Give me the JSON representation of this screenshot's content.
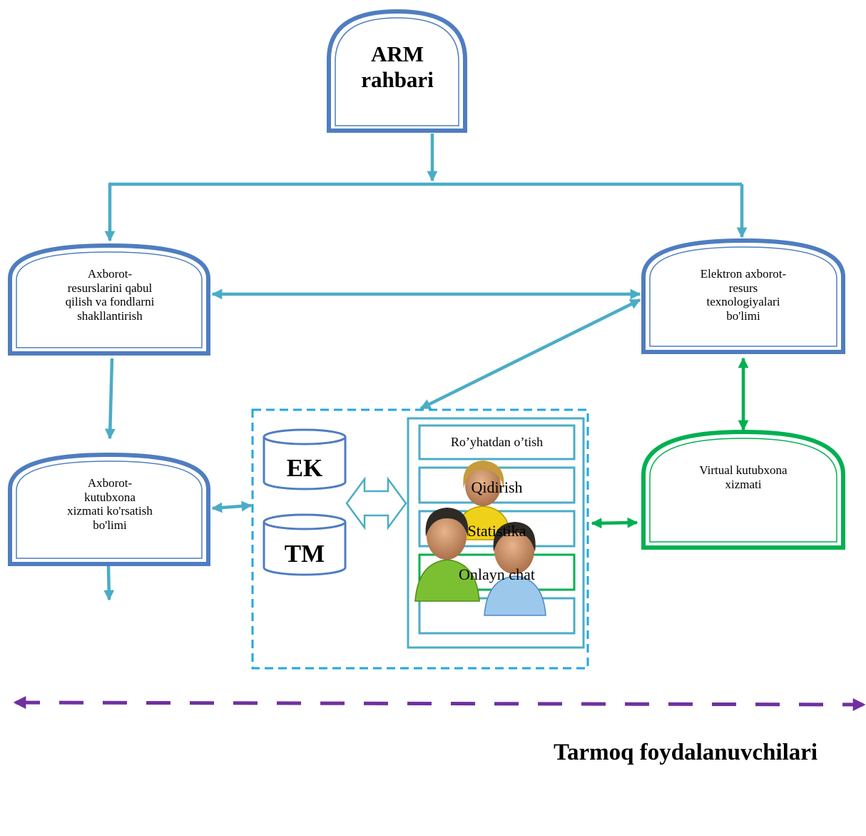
{
  "nodes": {
    "head": {
      "line1": "ARM",
      "line2": "rahbari"
    },
    "acquisition": {
      "line1": "Axborot-",
      "line2": "resurslarini qabul",
      "line3": "qilish va fondlarni",
      "line4": "shakllantirish"
    },
    "electronic": {
      "line1": "Elektron axborot-",
      "line2": "resurs",
      "line3": "texnologiyalari",
      "line4": "bo'limi"
    },
    "service": {
      "line1": "Axborot-",
      "line2": "kutubxona",
      "line3": "xizmati ko'rsatish",
      "line4": "bo'limi"
    },
    "virtual": {
      "line1": "Virtual kutubxona",
      "line2": "xizmati"
    }
  },
  "databases": [
    {
      "label": "EK"
    },
    {
      "label": "TM"
    }
  ],
  "menu": [
    {
      "label": "Ro’yhatdan o’tish"
    },
    {
      "label": "Qidirish"
    },
    {
      "label": "Statistika"
    },
    {
      "label": "Onlayn chat"
    },
    {
      "label": ""
    }
  ],
  "users": {
    "label": "Tarmoq foydalanuvchilari"
  },
  "colors": {
    "arch_blue": "#4f7dc0",
    "arrow_teal": "#4bacc6",
    "green": "#00b050",
    "dashed_blue": "#22a7e0",
    "purple": "#7030a0"
  }
}
